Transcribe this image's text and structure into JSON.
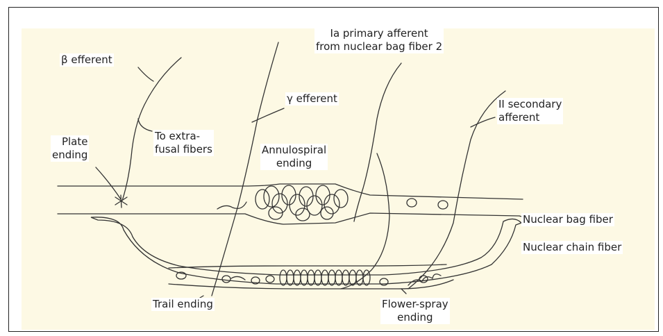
{
  "colors": {
    "background": "#fdf9e4",
    "stroke": "#333333",
    "label_bg": "#ffffff"
  },
  "labels": {
    "beta_efferent": "β efferent",
    "ia_afferent_line1": "Ia primary afferent",
    "ia_afferent_line2": "from nuclear bag fiber 2",
    "gamma_efferent": "γ efferent",
    "ii_afferent_line1": "II secondary",
    "ii_afferent_line2": "afferent",
    "plate_ending_line1": "Plate",
    "plate_ending_line2": "ending",
    "to_extrafusal_line1": "To extra-",
    "to_extrafusal_line2": "fusal fibers",
    "annulospiral_line1": "Annulospiral",
    "annulospiral_line2": "ending",
    "nuclear_bag_fiber": "Nuclear bag fiber",
    "nuclear_chain_fiber": "Nuclear chain fiber",
    "trail_ending": "Trail ending",
    "flower_spray_line1": "Flower-spray",
    "flower_spray_line2": "ending"
  }
}
